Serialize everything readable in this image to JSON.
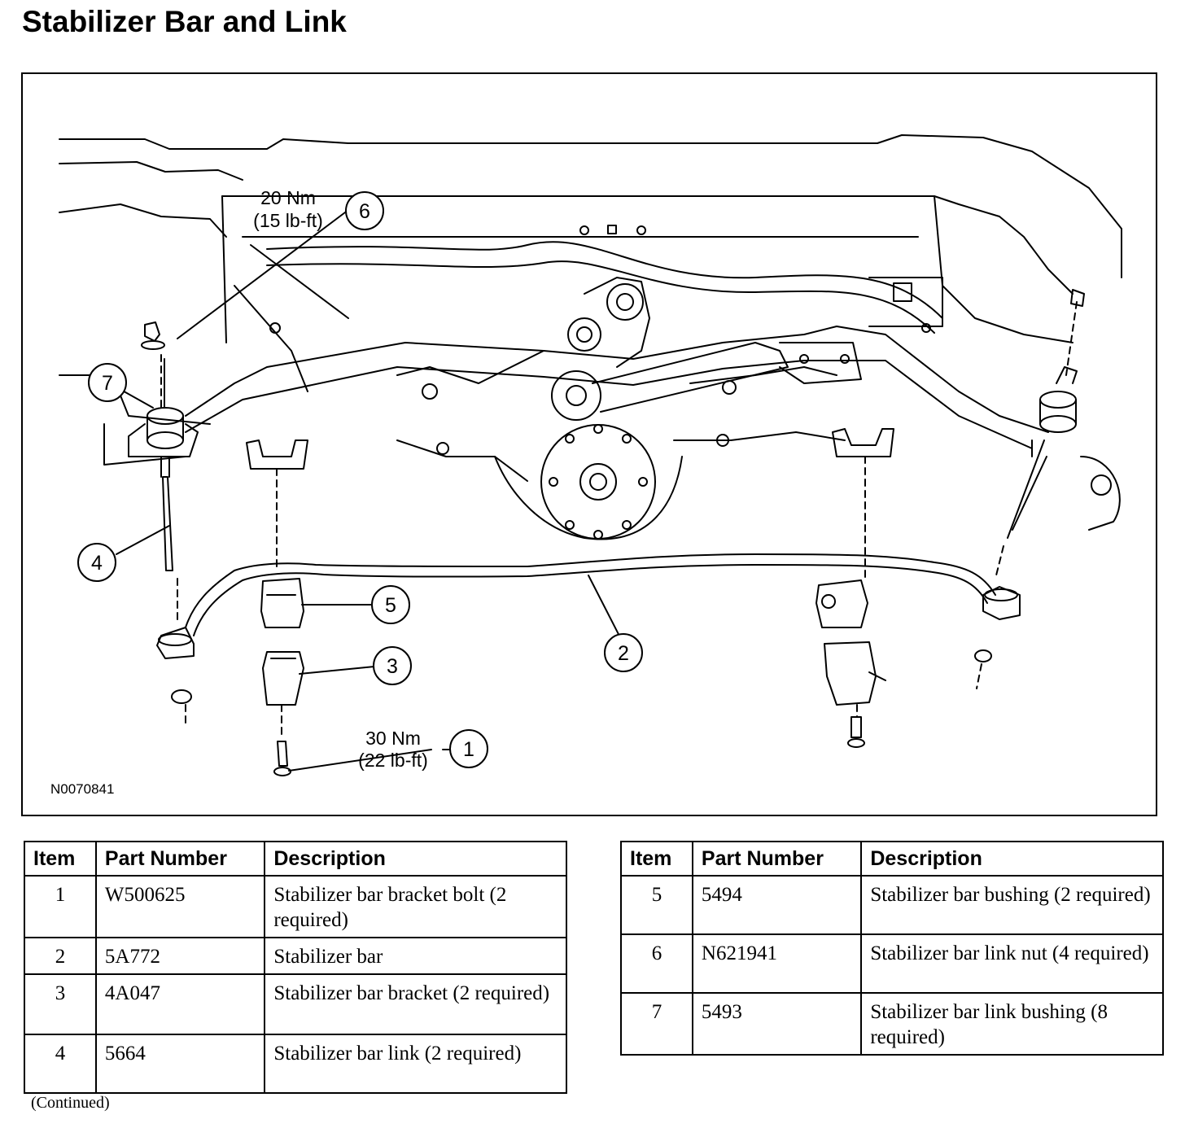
{
  "title": "Stabilizer Bar and Link",
  "figure": {
    "id": "N0070841",
    "callouts": {
      "c1": "1",
      "c2": "2",
      "c3": "3",
      "c4": "4",
      "c5": "5",
      "c6": "6",
      "c7": "7"
    },
    "torque_1": {
      "nm": "30 Nm",
      "lbft": "(22 lb-ft)"
    },
    "torque_6": {
      "nm": "20 Nm",
      "lbft": "(15 lb-ft)"
    }
  },
  "table_headers": {
    "item": "Item",
    "part_number": "Part Number",
    "description": "Description"
  },
  "table_left": [
    {
      "item": "1",
      "part": "W500625",
      "desc": "Stabilizer bar bracket bolt (2 required)"
    },
    {
      "item": "2",
      "part": "5A772",
      "desc": "Stabilizer bar"
    },
    {
      "item": "3",
      "part": "4A047",
      "desc": "Stabilizer bar bracket (2 required)"
    },
    {
      "item": "4",
      "part": "5664",
      "desc": "Stabilizer bar link (2 required)"
    }
  ],
  "table_right": [
    {
      "item": "5",
      "part": "5494",
      "desc": "Stabilizer bar bushing (2 required)"
    },
    {
      "item": "6",
      "part": "N621941",
      "desc": "Stabilizer bar link nut (4 required)"
    },
    {
      "item": "7",
      "part": "5493",
      "desc": "Stabilizer bar link bushing (8 required)"
    }
  ],
  "continued": "(Continued)"
}
